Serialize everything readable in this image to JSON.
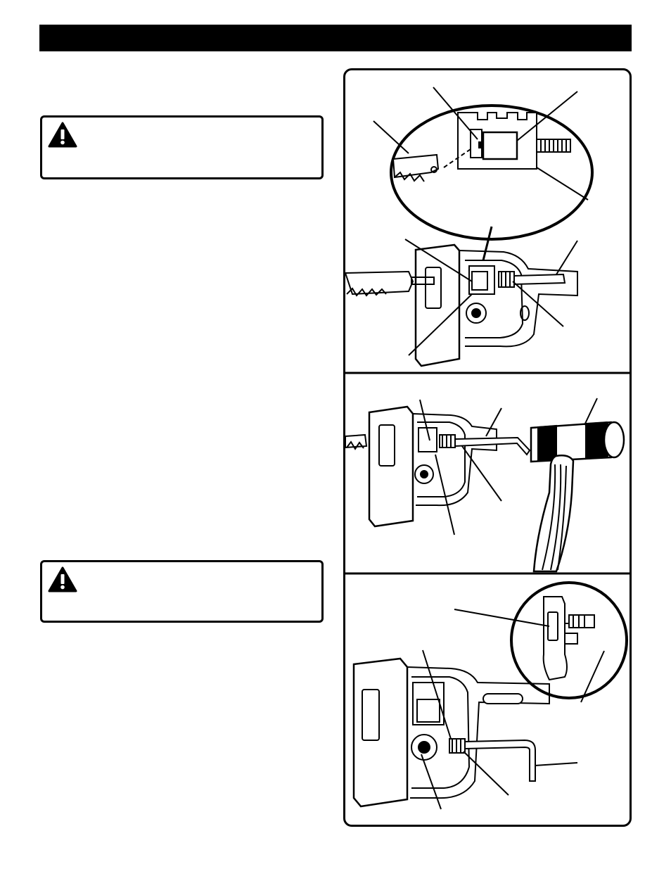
{
  "page": {
    "header_color": "#000000",
    "warnings": [
      {
        "icon": "warning-triangle-icon"
      },
      {
        "icon": "warning-triangle-icon"
      }
    ],
    "figures": [
      {
        "subject": "blade-clamp-detail-with-hex-key"
      },
      {
        "subject": "tapping-hex-key-with-mallet"
      },
      {
        "subject": "removing-blade-clamp-with-hex-key"
      }
    ]
  }
}
